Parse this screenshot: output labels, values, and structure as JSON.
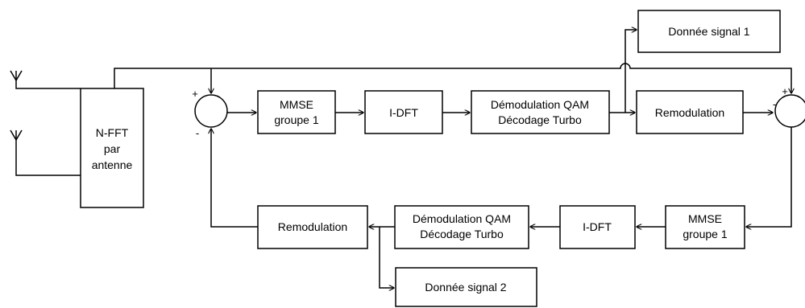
{
  "blocks": {
    "nfft": [
      "N-FFT",
      "par",
      "antenne"
    ],
    "mmse_top": [
      "MMSE",
      "groupe 1"
    ],
    "idft_top": "I-DFT",
    "demod_top": [
      "Démodulation QAM",
      "Décodage Turbo"
    ],
    "remod_top": "Remodulation",
    "donnee1": "Donnée signal 1",
    "mmse_bottom": [
      "MMSE",
      "groupe 1"
    ],
    "idft_bottom": "I-DFT",
    "demod_bottom": [
      "Démodulation QAM",
      "Décodage Turbo"
    ],
    "remod_bottom": "Remodulation",
    "donnee2": "Donnée signal 2"
  },
  "summers": {
    "left": {
      "plus": "+",
      "minus": "-"
    },
    "right": {
      "plus": "+",
      "minus": "-"
    }
  }
}
